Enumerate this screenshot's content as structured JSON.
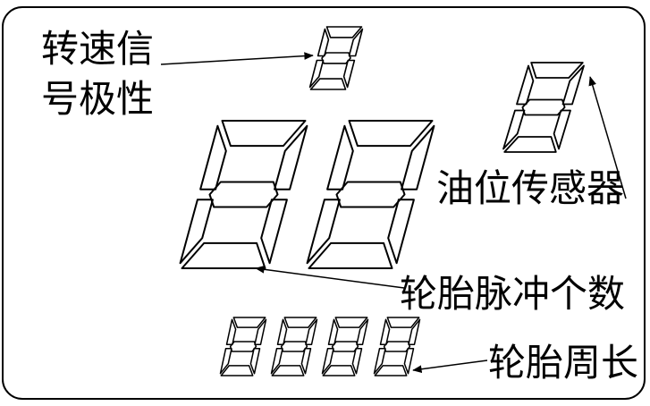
{
  "labels": {
    "speed_signal_line1": "转速信",
    "speed_signal_line2": "号极性",
    "oil_sensor": "油位传感器",
    "tire_pulse_count": "轮胎脉冲个数",
    "tire_circumference": "轮胎周长"
  },
  "colors": {
    "stroke": "#000000",
    "background": "#ffffff"
  },
  "displays": {
    "speed_polarity_digits": 1,
    "oil_sensor_digits": 1,
    "pulse_count_digits": 2,
    "circumference_digits": 4,
    "segments_per_digit": 7
  }
}
